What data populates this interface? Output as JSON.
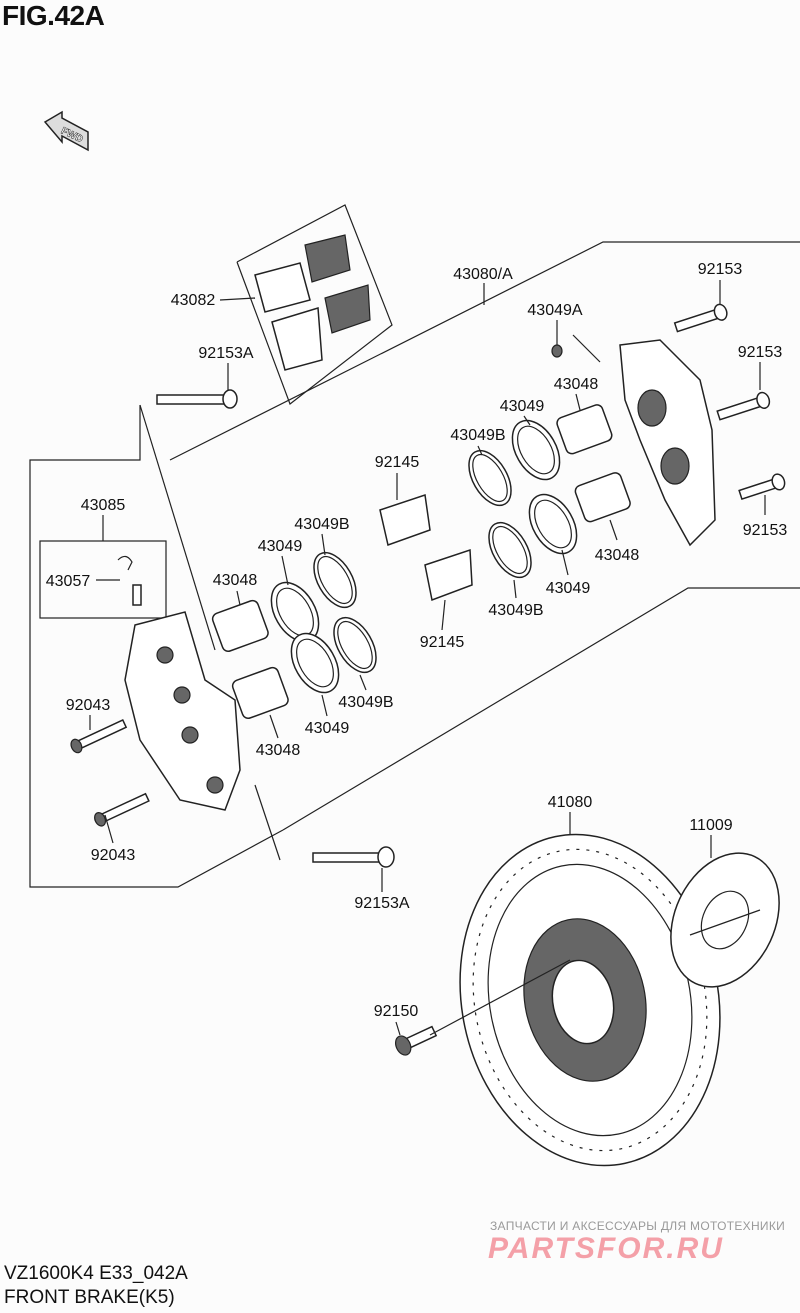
{
  "figure": {
    "title": "FIG.42A",
    "fwd_label": "FWD"
  },
  "footer": {
    "model_code": "VZ1600K4 E33_042A",
    "section": "FRONT BRAKE(K5)"
  },
  "watermark": {
    "tagline": "ЗАПЧАСТИ И АКСЕССУАРЫ ДЛЯ МОТОТЕХНИКИ",
    "logo": "PARTSFOR.RU"
  },
  "labels": {
    "l43082": "43082",
    "l92153A_top": "92153A",
    "l43080A": "43080/A",
    "l43049A": "43049A",
    "l92153_a": "92153",
    "l92153_b": "92153",
    "l92153_c": "92153",
    "l43048_a": "43048",
    "l43049_a": "43049",
    "l43049B_a": "43049B",
    "l92145_a": "92145",
    "l43085": "43085",
    "l43049B_b": "43049B",
    "l43049_b": "43049",
    "l43048_b": "43048",
    "l43057": "43057",
    "l43048_c": "43048",
    "l43049_c": "43049",
    "l43049B_c": "43049B",
    "l92145_b": "92145",
    "l43049B_d": "43049B",
    "l92043_a": "92043",
    "l43049_d": "43049",
    "l43048_d": "43048",
    "l92043_b": "92043",
    "l41080": "41080",
    "l11009": "11009",
    "l92153A_bot": "92153A",
    "l92150": "92150"
  }
}
